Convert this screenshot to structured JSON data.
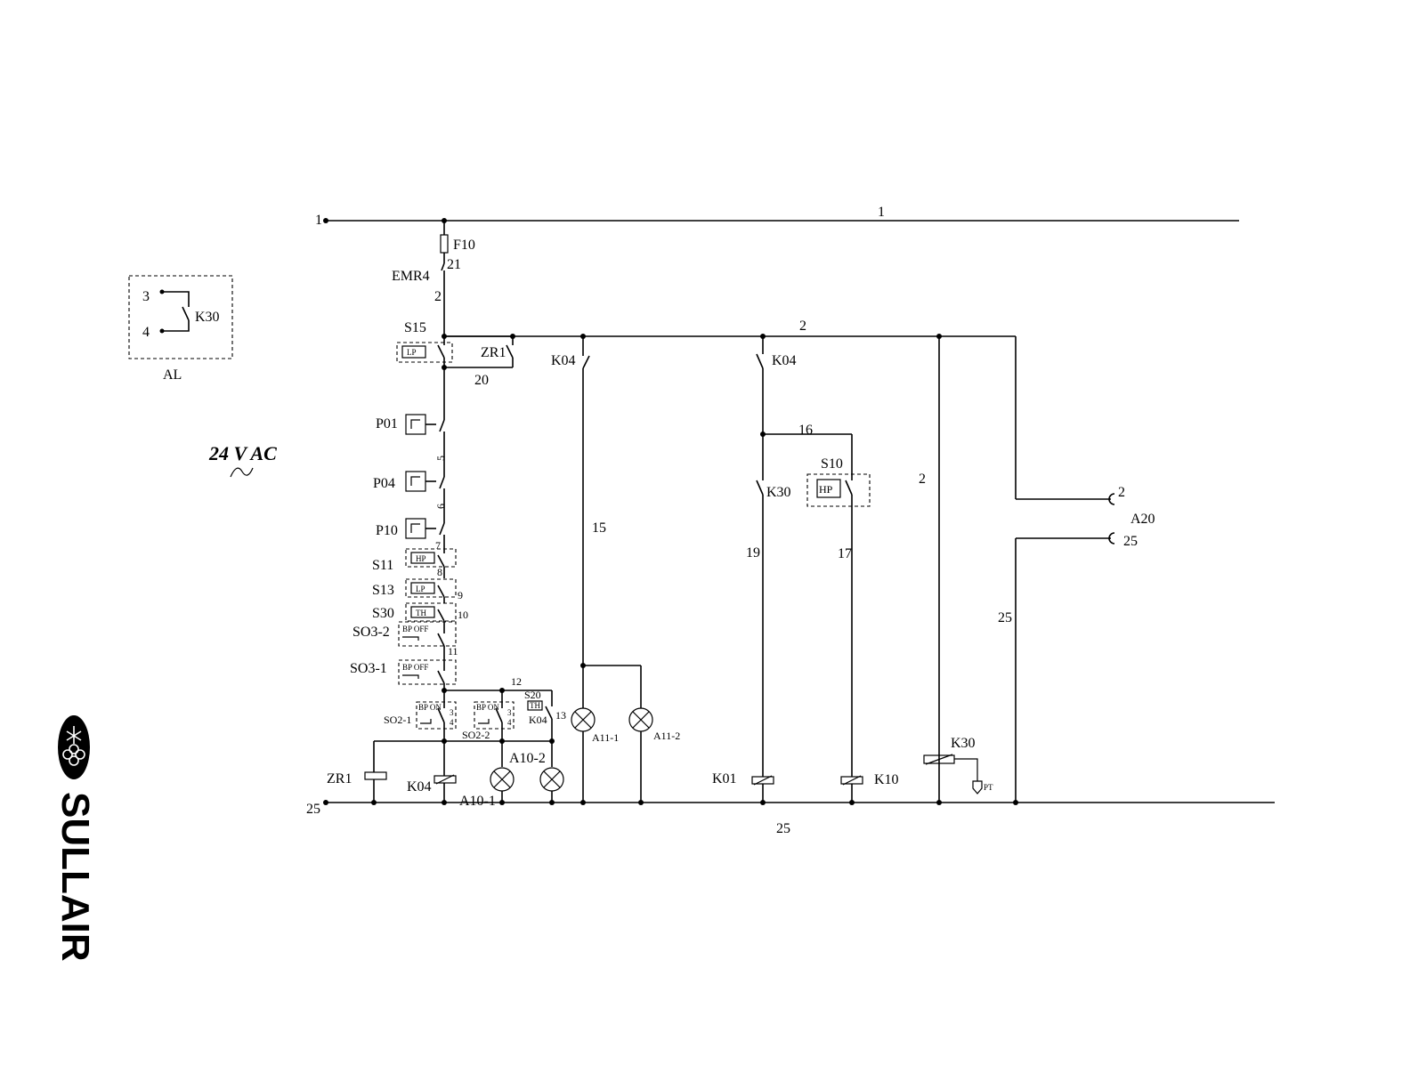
{
  "supply": {
    "voltage": "24 V AC"
  },
  "logo": {
    "text": "SULLAIR"
  },
  "alarm_box": {
    "label": "AL",
    "terminal_top": "3",
    "terminal_bottom": "4",
    "relay": "K30"
  },
  "wires": {
    "w1_left": "1",
    "w1_mid": "1",
    "w2_a": "2",
    "w2_b": "2",
    "w2_c": "2",
    "w2_d": "2",
    "w5": "5",
    "w6": "6",
    "w7": "7",
    "w8": "8",
    "w9": "9",
    "w10": "10",
    "w11": "11",
    "w12": "12",
    "w13": "13",
    "w15": "15",
    "w16": "16",
    "w17": "17",
    "w19": "19",
    "w20": "20",
    "w21": "21",
    "w25_left": "25",
    "w25_mid": "25",
    "w25_a20": "25",
    "w25_right": "25"
  },
  "components": {
    "F10": "F10",
    "EMR4": "EMR4",
    "S15": "S15",
    "ZR1_contact": "ZR1",
    "P01": "P01",
    "P04": "P04",
    "P10": "P10",
    "S11": "S11",
    "S13": "S13",
    "S30": "S30",
    "SO3_2": "SO3-2",
    "SO3_1": "SO3-1",
    "SO2_1": "SO2-1",
    "SO2_2": "SO2-2",
    "S20": "S20",
    "K04_contact_13": "K04",
    "K04_contact_15": "K04",
    "K04_contact_right": "K04",
    "K30_contact": "K30",
    "S10": "S10",
    "A11_1": "A11-1",
    "A11_2": "A11-2",
    "A10_1": "A10-1",
    "A10_2": "A10-2",
    "ZR1_coil": "ZR1",
    "K04_coil": "K04",
    "K01_coil": "K01",
    "K10_coil": "K10",
    "K30_coil": "K30",
    "PT": "PT",
    "A20": "A20"
  },
  "switch_tags": {
    "LP_s15": "LP",
    "HP_s11": "HP",
    "LP_s13": "LP",
    "TH_s30": "TH",
    "BPOFF_1": "BP OFF",
    "BPOFF_2": "BP OFF",
    "BPON_1": "BP ON",
    "BPON_2": "BP ON",
    "TH_s20": "TH",
    "HP_s10": "HP",
    "pin3a": "3",
    "pin4a": "4",
    "pin3b": "3",
    "pin4b": "4"
  }
}
